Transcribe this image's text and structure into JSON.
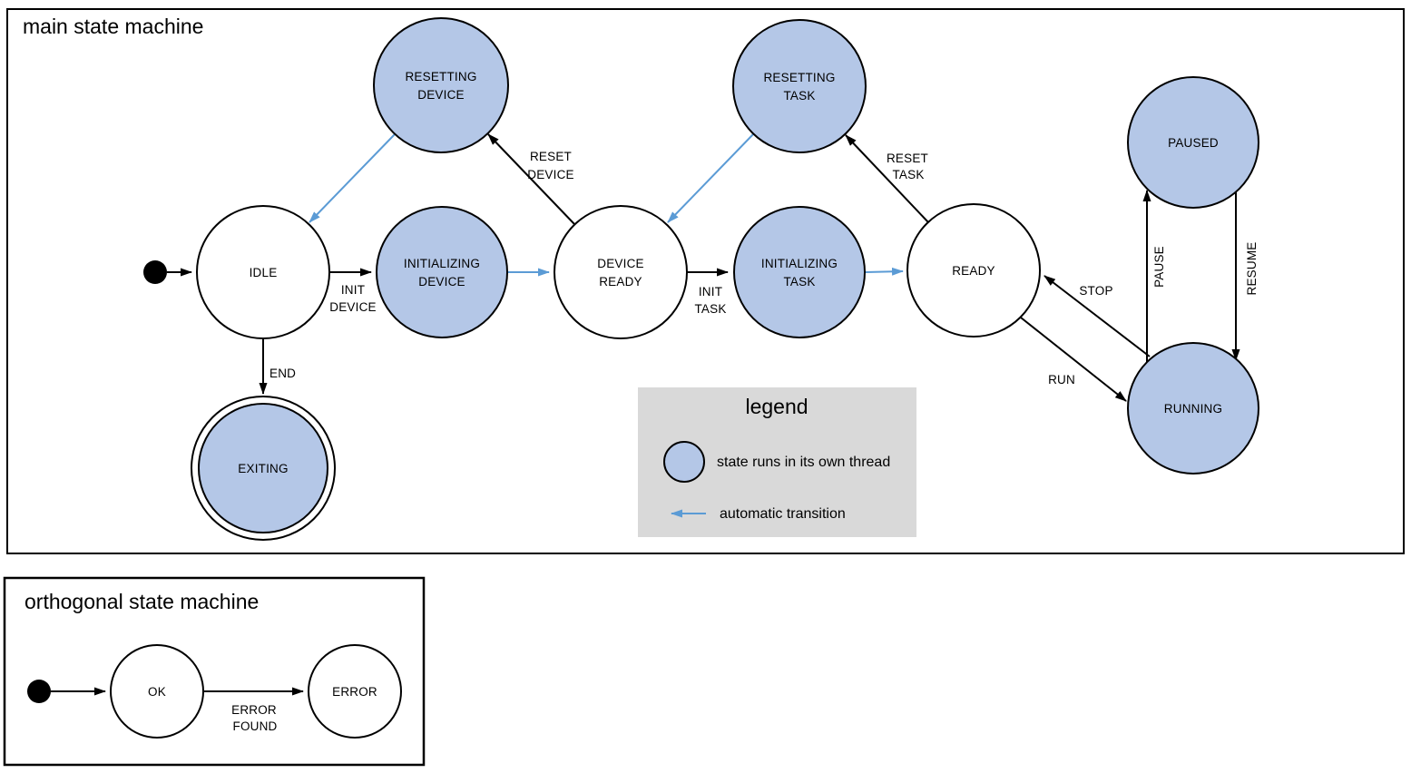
{
  "colors": {
    "thread_state_fill": "#b4c7e7",
    "automatic_transition": "#5b9bd5",
    "outline": "#000000",
    "legend_background": "#d9d9d9"
  },
  "main_machine": {
    "title": "main state machine",
    "states": {
      "resetting_device": {
        "lines": [
          "RESETTING",
          "DEVICE"
        ]
      },
      "resetting_task": {
        "lines": [
          "RESETTING",
          "TASK"
        ]
      },
      "paused": {
        "lines": [
          "PAUSED"
        ]
      },
      "idle": {
        "lines": [
          "IDLE"
        ]
      },
      "initializing_device": {
        "lines": [
          "INITIALIZING",
          "DEVICE"
        ]
      },
      "device_ready": {
        "lines": [
          "DEVICE",
          "READY"
        ]
      },
      "initializing_task": {
        "lines": [
          "INITIALIZING",
          "TASK"
        ]
      },
      "ready": {
        "lines": [
          "READY"
        ]
      },
      "running": {
        "lines": [
          "RUNNING"
        ]
      },
      "exiting": {
        "lines": [
          "EXITING"
        ]
      }
    },
    "transitions": {
      "init_device": {
        "lines": [
          "INIT",
          "DEVICE"
        ]
      },
      "init_task": {
        "lines": [
          "INIT",
          "TASK"
        ]
      },
      "reset_device": {
        "lines": [
          "RESET",
          "DEVICE"
        ]
      },
      "reset_task": {
        "lines": [
          "RESET",
          "TASK"
        ]
      },
      "end": {
        "lines": [
          "END"
        ]
      },
      "stop": {
        "lines": [
          "STOP"
        ]
      },
      "run": {
        "lines": [
          "RUN"
        ]
      },
      "pause": {
        "lines": [
          "PAUSE"
        ]
      },
      "resume": {
        "lines": [
          "RESUME"
        ]
      }
    }
  },
  "legend": {
    "title": "legend",
    "items": [
      {
        "label": "state runs in its own thread"
      },
      {
        "label": "automatic transition"
      }
    ]
  },
  "orthogonal_machine": {
    "title": "orthogonal state machine",
    "states": {
      "ok": {
        "lines": [
          "OK"
        ]
      },
      "error": {
        "lines": [
          "ERROR"
        ]
      }
    },
    "transitions": {
      "error_found": {
        "lines": [
          "ERROR",
          "FOUND"
        ]
      }
    }
  }
}
